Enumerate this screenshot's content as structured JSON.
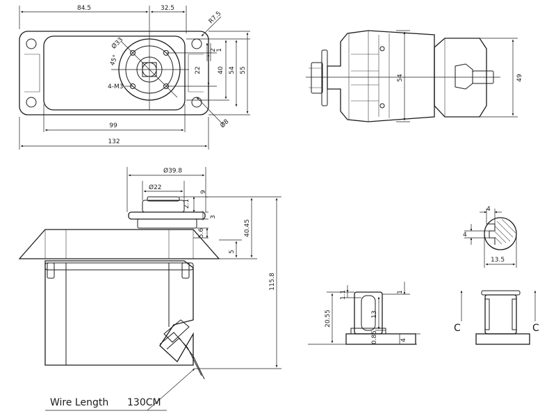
{
  "top_view": {
    "dims": {
      "w84_5": "84.5",
      "w32_5": "32.5",
      "r7_5": "R7.5",
      "d33": "Ø33",
      "a45": "45°",
      "m3": "4-M3",
      "h2": "2",
      "h1": "1",
      "h22": "22",
      "h40": "40",
      "h54": "54",
      "h55": "55",
      "w99": "99",
      "w132": "132",
      "d8": "Ø8"
    }
  },
  "side_view": {
    "dims": {
      "h54": "54",
      "h49": "49"
    }
  },
  "front_view": {
    "dims": {
      "d39_8": "Ø39.8",
      "d22": "Ø22",
      "h9": "9",
      "h2_1": "2.1",
      "h3": "3",
      "h5_6": "5.6",
      "h40_45": "40.45",
      "h5": "5",
      "h115_8": "115.8"
    },
    "wire_label": "Wire Length",
    "wire_value": "130CM"
  },
  "shaft_section": {
    "dims": {
      "w4": "4",
      "h4": "4",
      "d13_5": "13.5"
    }
  },
  "shaft_side": {
    "dims": {
      "h1_1": "1.1",
      "h1": "1",
      "h20_55": "20.55",
      "h13": "13",
      "h0_85": "0.85",
      "h4": "4"
    }
  },
  "section_cc": {
    "label_left": "C",
    "label_right": "C"
  }
}
